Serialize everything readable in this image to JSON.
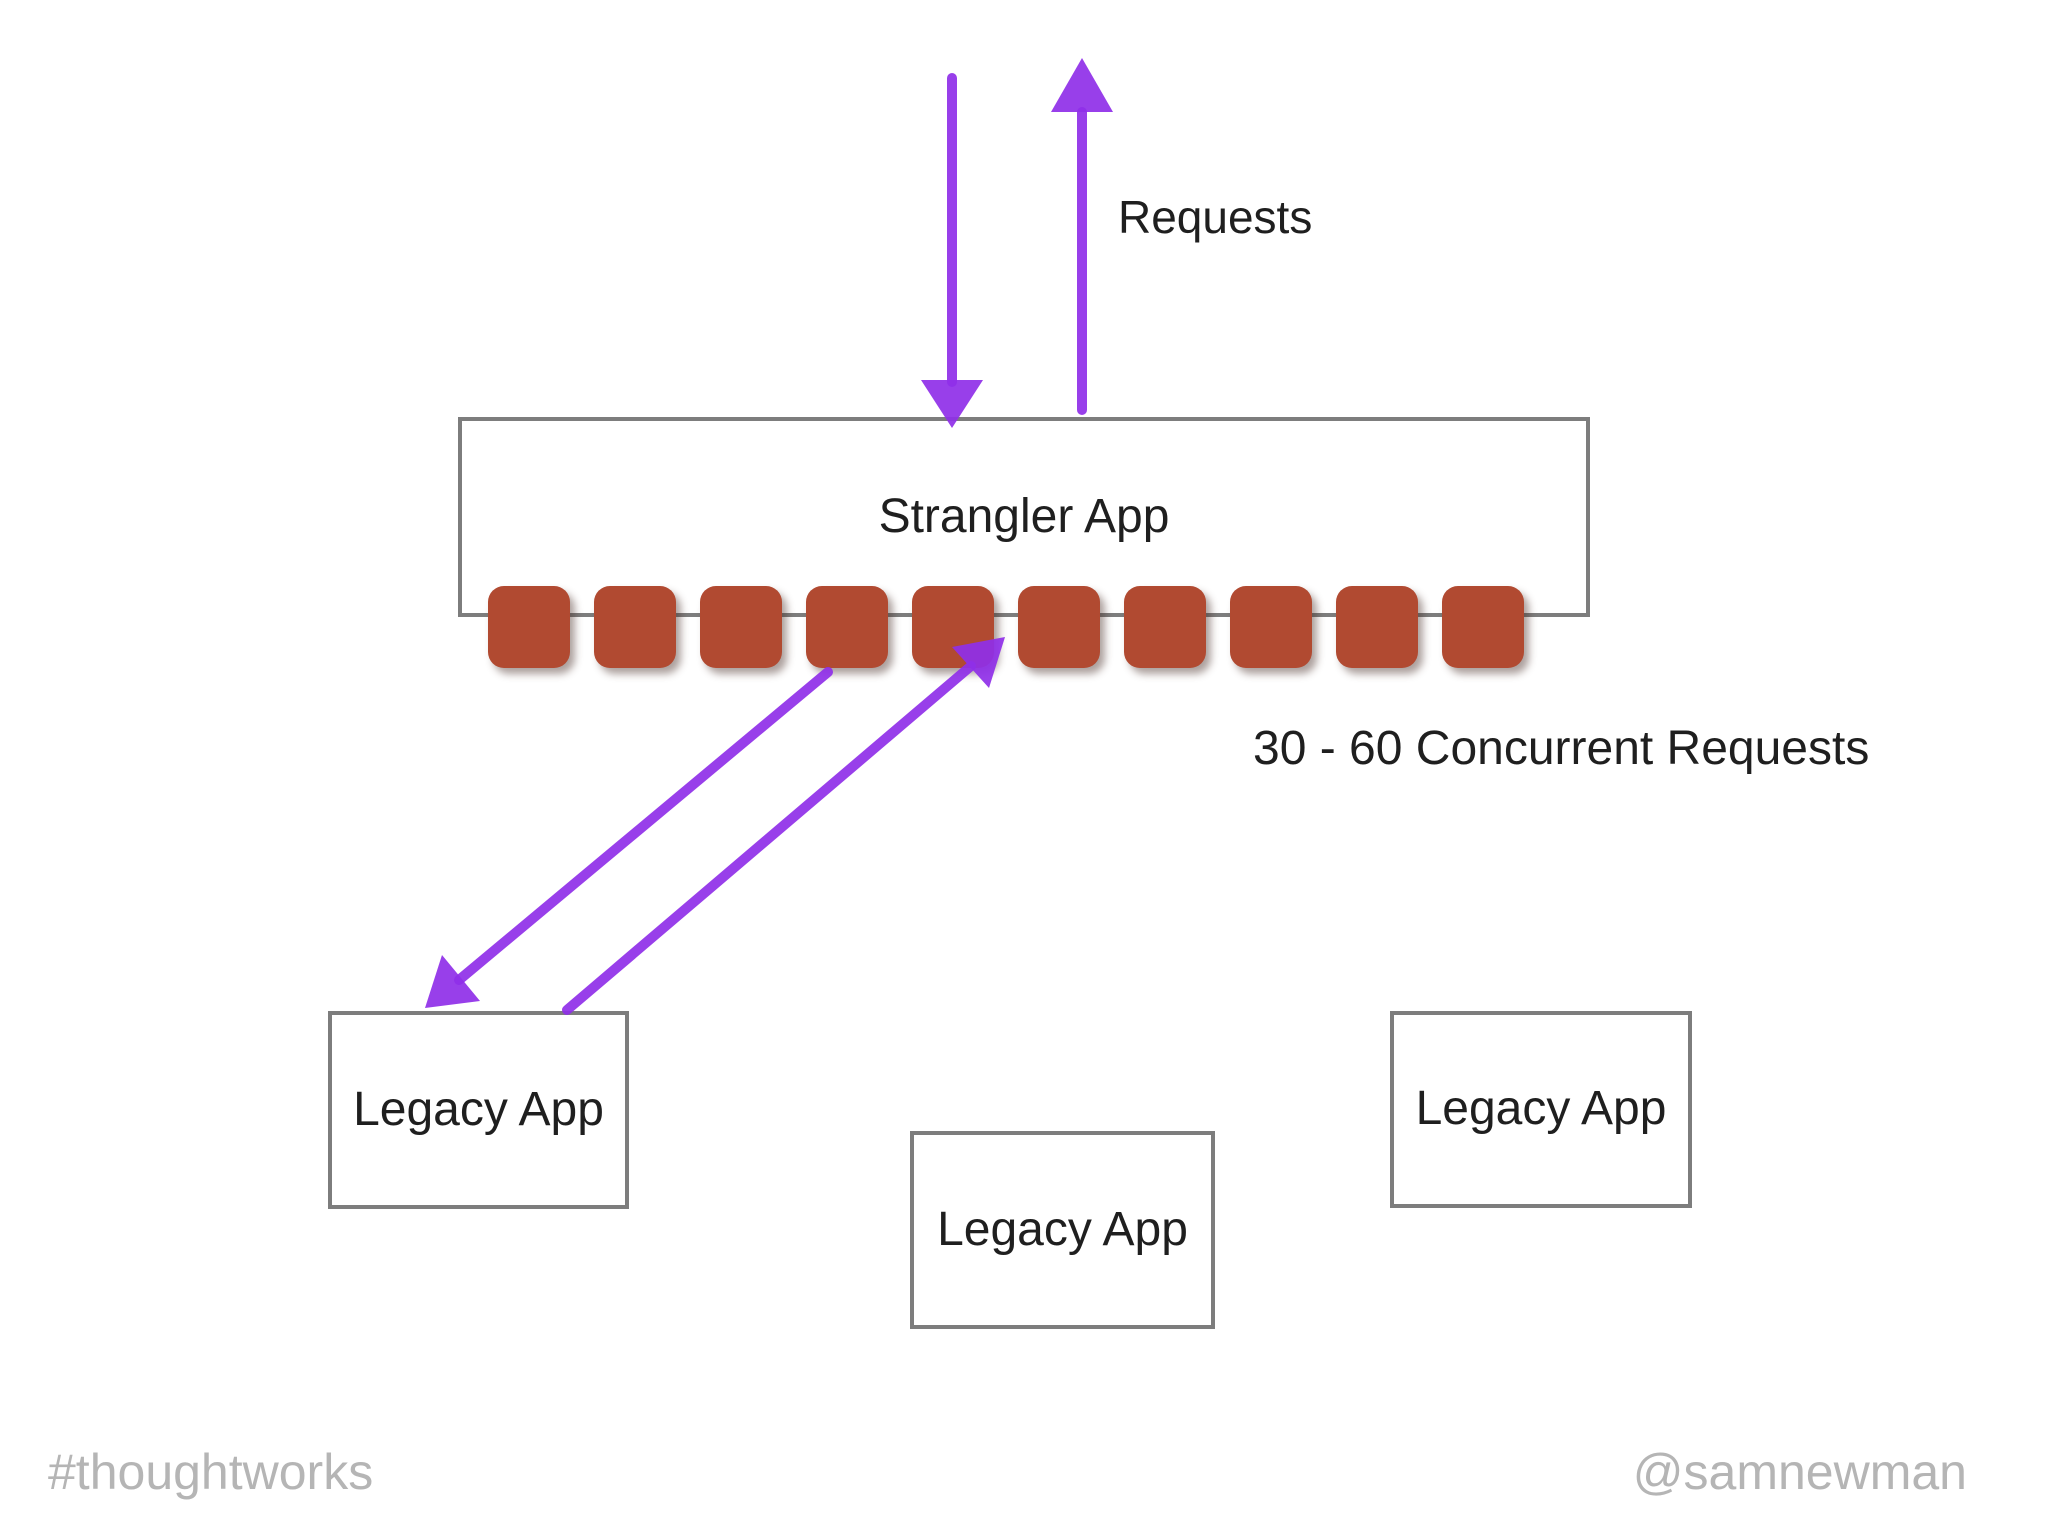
{
  "colors": {
    "purple": "#8f2fe8",
    "brick_red": "#b14a31",
    "box_border": "#7d7d7d",
    "ink": "#1f1f1f",
    "footer_gray": "#b5b5b5"
  },
  "top": {
    "requests_label": "Requests"
  },
  "strangler": {
    "label": "Strangler App",
    "instance_count": 10,
    "concurrent_label": "30 - 60 Concurrent Requests"
  },
  "legacy_boxes": [
    {
      "label": "Legacy App"
    },
    {
      "label": "Legacy App"
    },
    {
      "label": "Legacy App"
    }
  ],
  "footer": {
    "hashtag": "#thoughtworks",
    "handle": "@samnewman"
  }
}
